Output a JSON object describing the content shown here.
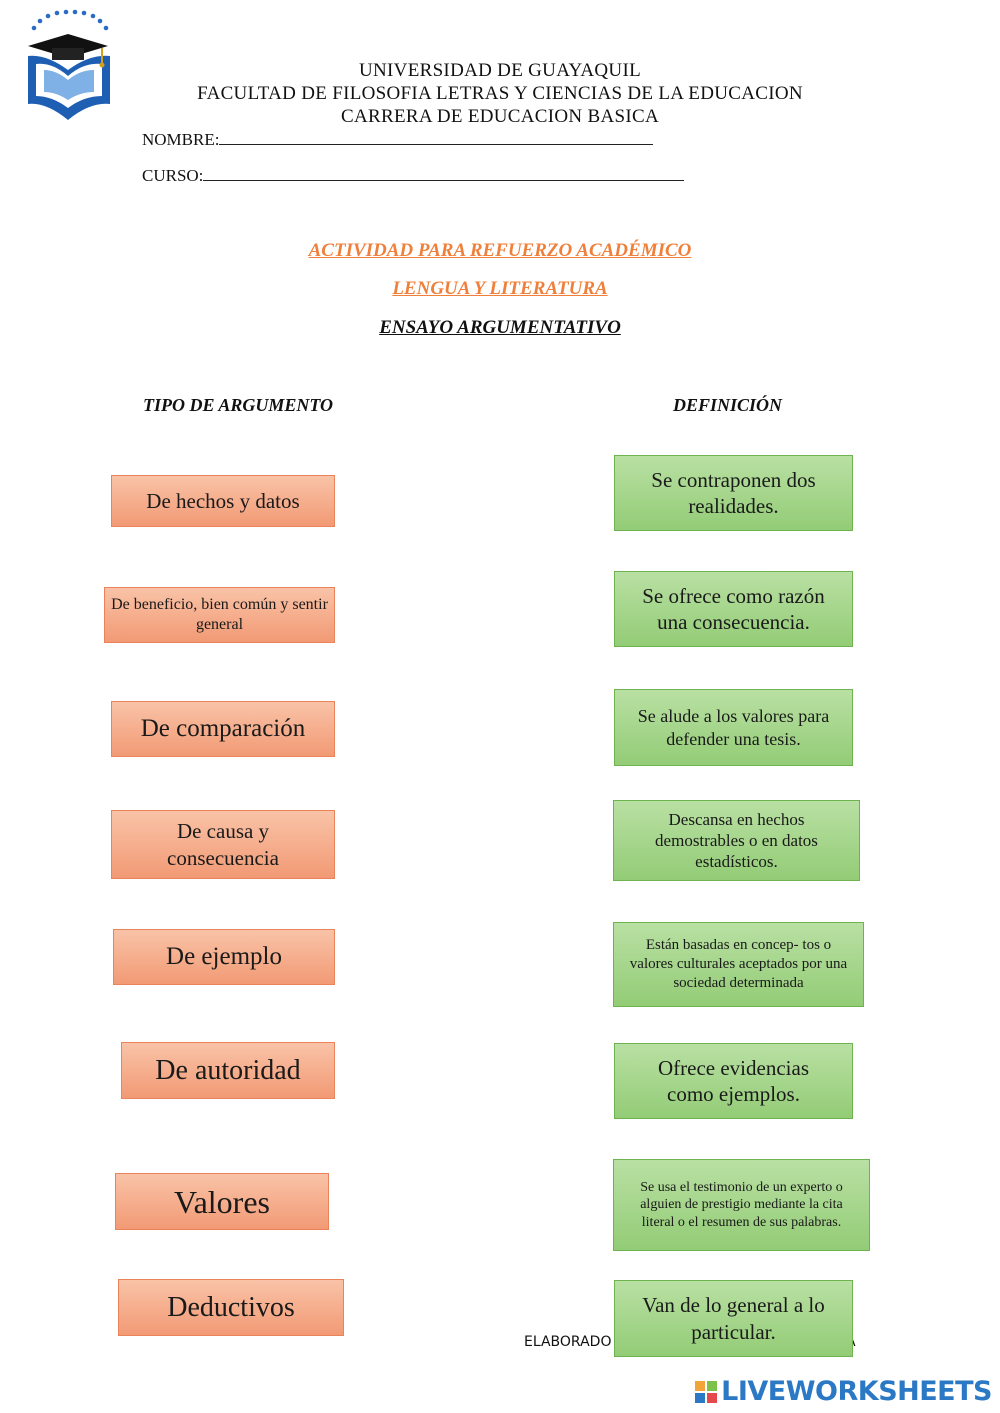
{
  "header": {
    "line1": "UNIVERSIDAD DE GUAYAQUIL",
    "line2": "FACULTAD DE FILOSOFIA LETRAS Y CIENCIAS DE LA EDUCACION",
    "line3": "CARRERA DE EDUCACION BASICA"
  },
  "fields": {
    "nombre_label": "NOMBRE:",
    "curso_label": "CURSO:"
  },
  "titles": {
    "t1": "ACTIVIDAD PARA REFUERZO ACADÉMICO",
    "t2": "LENGUA Y LITERATURA",
    "t3": "ENSAYO ARGUMENTATIVO"
  },
  "columns": {
    "left": "TIPO DE ARGUMENTO",
    "right": "DEFINICIÓN"
  },
  "tipos": [
    "De hechos  y datos",
    "De beneficio, bien común y sentir general",
    "De comparación",
    "De causa  y consecuencia",
    "De ejemplo",
    "De autoridad",
    "Valores",
    "Deductivos"
  ],
  "definiciones": [
    "Se contraponen dos realidades.",
    "Se ofrece como razón una consecuencia.",
    "Se alude a los valores para defender una tesis.",
    "Descansa en hechos demostrables o en datos estadísticos.",
    "Están basadas en concep- tos o valores culturales aceptados por una sociedad determinada",
    "Ofrece evidencias como ejemplos.",
    "Se usa el testimonio de un experto o alguien de prestigio mediante la cita literal o el resumen de sus palabras.",
    "Van de lo general a lo particular."
  ],
  "footer": {
    "elaborado_left": "ELABORADO",
    "elaborado_right": "A",
    "brand": "LIVEWORKSHEETS"
  },
  "colors": {
    "orange_title": "#ef7f3a",
    "tipo_fill": "#f4a582",
    "def_fill": "#a6d58c",
    "brand_blue": "#2b78c5"
  }
}
